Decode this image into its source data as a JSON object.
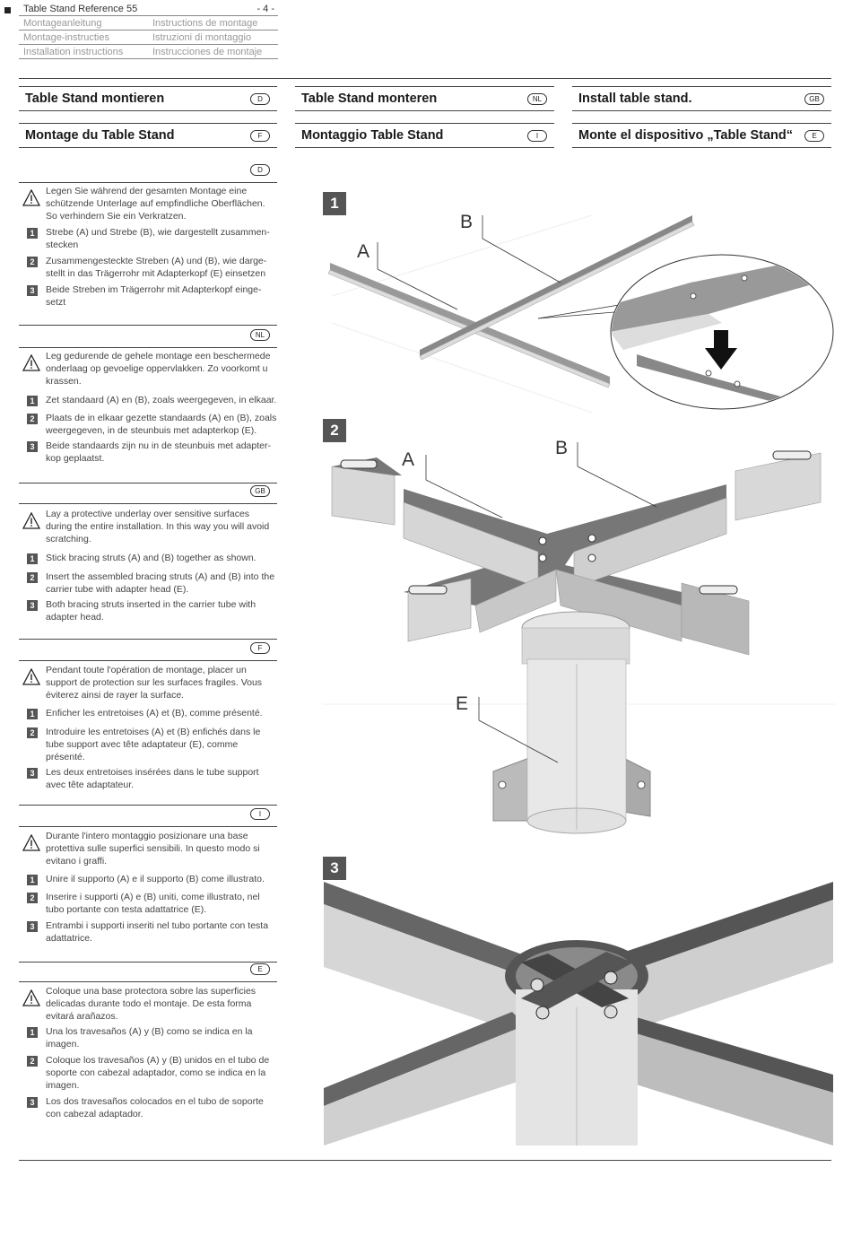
{
  "header": {
    "title": "Table Stand Reference 55",
    "page": "- 4 -",
    "rows": [
      [
        "Montageanleitung",
        "Instructions de montage"
      ],
      [
        "Montage-instructies",
        "Istruzioni di montaggio"
      ],
      [
        "Installation instructions",
        "Instrucciones de montaje"
      ]
    ]
  },
  "titles": [
    {
      "text": "Table Stand montieren",
      "badge": "D"
    },
    {
      "text": "Table Stand monteren",
      "badge": "NL"
    },
    {
      "text": "Install table stand.",
      "badge": "GB"
    },
    {
      "text": "Montage du Table Stand",
      "badge": "F"
    },
    {
      "text": "Montaggio Table Stand",
      "badge": "I"
    },
    {
      "text": "Monte el dispositivo „Table Stand“",
      "badge": "E"
    }
  ],
  "sections": [
    {
      "badge": "D",
      "warning": "Legen Sie während der gesamten Montage eine schützende Unterlage auf empfindliche Oberflächen. So verhindern Sie ein Verkratzen.",
      "steps": [
        "Strebe (A) und Strebe (B), wie dargestellt zusammen-stecken",
        "Zusammengesteckte Streben (A) und (B), wie darge-stellt in das Trägerrohr mit Adapterkopf (E)  einsetzen",
        "Beide Streben im Trägerrohr mit Adapterkopf einge-setzt"
      ]
    },
    {
      "badge": "NL",
      "warning": "Leg gedurende de gehele montage een beschermede onderlaag op gevoelige oppervlakken. Zo voorkomt u krassen.",
      "steps": [
        "Zet standaard (A) en (B), zoals weergegeven, in elkaar.",
        "Plaats de in elkaar gezette standaards (A) en (B), zoals weergegeven, in de steunbuis met adapterkop (E).",
        "Beide standaards zijn nu in de steunbuis met adapter-kop geplaatst."
      ]
    },
    {
      "badge": "GB",
      "warning": "Lay a protective underlay over sensitive surfaces during the entire installation. In this way you will avoid scratching.",
      "steps": [
        "Stick bracing struts (A) and (B) together as shown.",
        "Insert the assembled bracing struts (A) and (B) into the carrier tube with adapter head (E).",
        "Both bracing struts inserted in the carrier tube with adapter head."
      ]
    },
    {
      "badge": "F",
      "warning": "Pendant toute l'opération de montage, placer un support de protection sur les surfaces fragiles. Vous éviterez ainsi de rayer la surface.",
      "steps": [
        "Enficher les entretoises (A) et (B), comme présenté.",
        "Introduire les entretoises (A) et (B) enfichés dans le tube support avec tête adaptateur (E), comme présenté.",
        "Les deux entretoises insérées dans le tube support avec tête adaptateur."
      ]
    },
    {
      "badge": "I",
      "warning": "Durante l'intero montaggio posizionare una base protettiva sulle superfici sensibili. In questo modo si evitano i graffi.",
      "steps": [
        "Unire il supporto (A) e il supporto (B) come illustrato.",
        "Inserire i supporti (A) e (B) uniti, come illustrato, nel tubo portante con testa adattatrice (E).",
        "Entrambi i supporti inseriti nel tubo portante con testa adattatrice."
      ]
    },
    {
      "badge": "E",
      "warning": "Coloque una base protectora sobre las superficies delicadas durante todo el montaje. De esta forma evitará arañazos.",
      "steps": [
        "Una los travesaños (A) y (B) como se indica en la imagen.",
        "Coloque los travesaños (A) y (B) unidos en el tubo de soporte con cabezal adaptador, como se indica en la imagen.",
        "Los dos travesaños colocados en el tubo de soporte con cabezal adaptador."
      ]
    }
  ],
  "figures": {
    "fig1": {
      "number": "1",
      "labels": [
        "A",
        "B"
      ]
    },
    "fig2": {
      "number": "2",
      "labels": [
        "A",
        "B",
        "E"
      ]
    },
    "fig3": {
      "number": "3"
    }
  },
  "step_numbers": [
    "1",
    "2",
    "3"
  ]
}
